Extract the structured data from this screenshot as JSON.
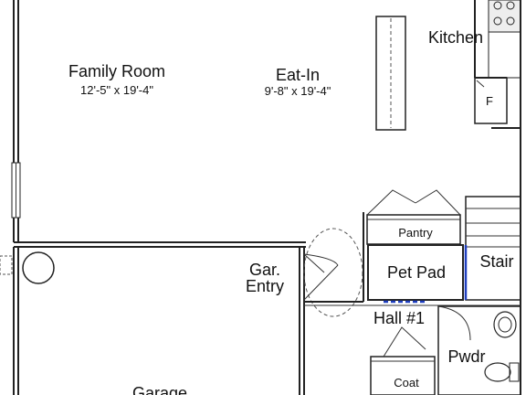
{
  "rooms": {
    "family_room": {
      "name": "Family Room",
      "dims": "12'-5\" x 19'-4\""
    },
    "eat_in": {
      "name": "Eat-In",
      "dims": "9'-8\" x 19'-4\""
    },
    "kitchen": {
      "name": "Kitchen"
    },
    "fridge": {
      "name": "F"
    },
    "pantry": {
      "name": "Pantry"
    },
    "stair": {
      "name": "Stair"
    },
    "pet_pad": {
      "name": "Pet Pad"
    },
    "gar_entry": {
      "line1": "Gar.",
      "line2": "Entry"
    },
    "hall": {
      "name": "Hall #1"
    },
    "pwdr": {
      "name": "Pwdr"
    },
    "coat": {
      "name": "Coat"
    },
    "garage": {
      "name": "Garage"
    }
  },
  "colors": {
    "wall": "#222222",
    "accent_door": "#1f3fbf",
    "background": "#ffffff"
  }
}
